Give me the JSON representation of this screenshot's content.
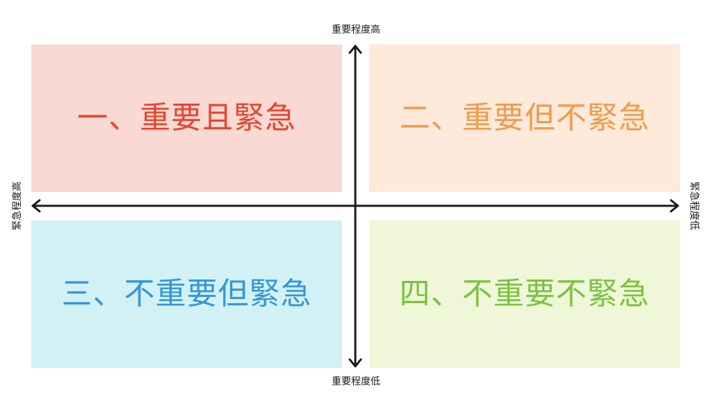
{
  "quadrants": {
    "q1": {
      "label": "一、重要且緊急",
      "bg": "#f9d9d3",
      "fg": "#e8452f"
    },
    "q2": {
      "label": "二、重要但不緊急",
      "bg": "#fdeadb",
      "fg": "#f39a4b"
    },
    "q3": {
      "label": "三、不重要但緊急",
      "bg": "#d1f1f4",
      "fg": "#3696d9"
    },
    "q4": {
      "label": "四、不重要不緊急",
      "bg": "#eff7d8",
      "fg": "#7cc242"
    }
  },
  "axes": {
    "top": "重要程度高",
    "bottom": "重要程度低",
    "left": "緊急程度高",
    "right": "緊急程度低",
    "color": "#1a1a1a"
  }
}
